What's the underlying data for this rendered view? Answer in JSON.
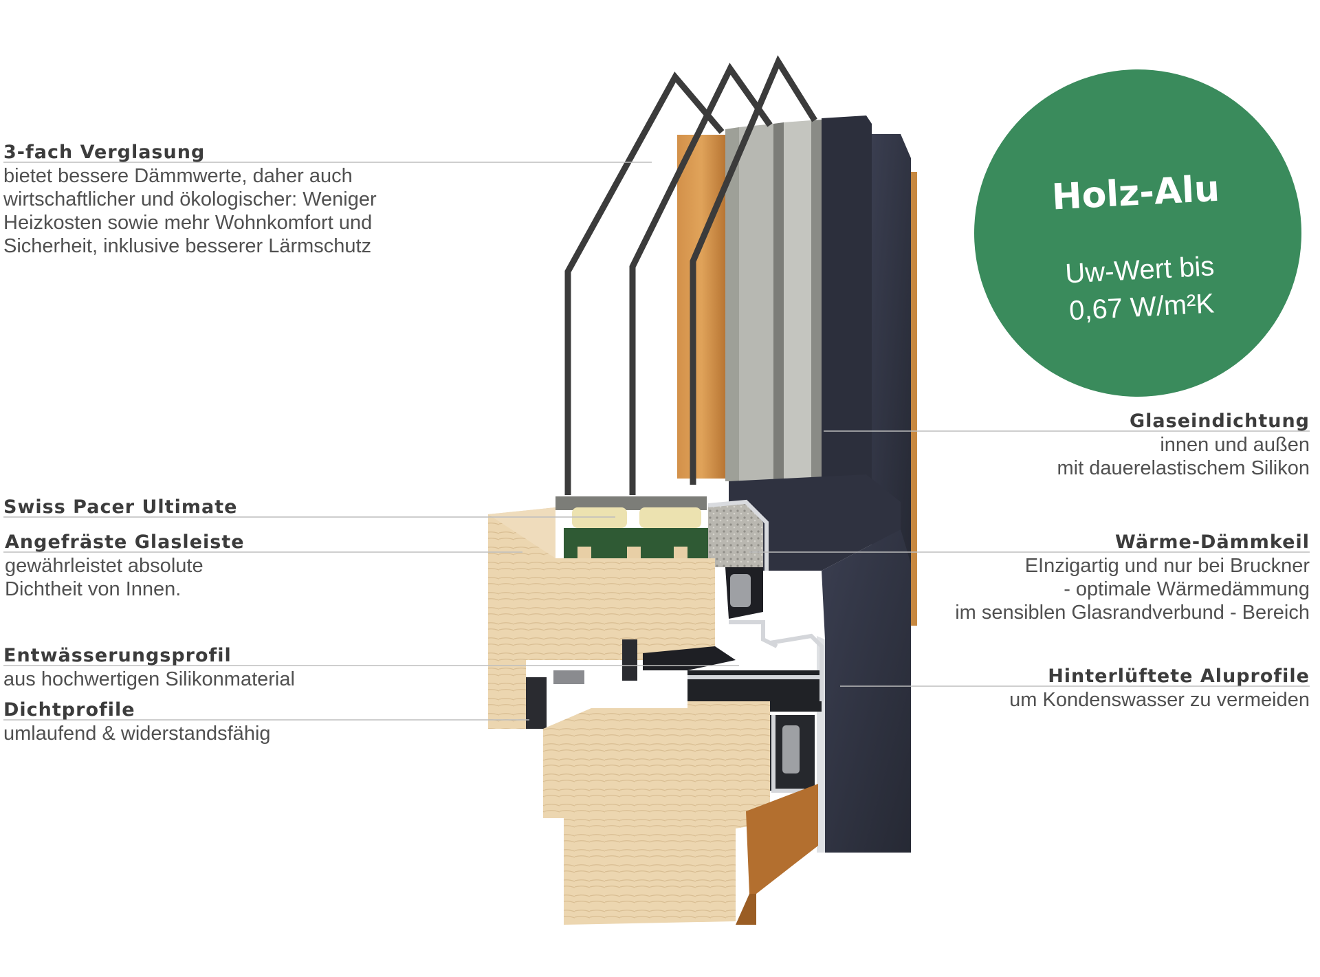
{
  "badge": {
    "title": "Holz-Alu",
    "line1": "Uw-Wert bis",
    "line2": "0,67 W/m²K",
    "color": "#3a8b5c"
  },
  "labels": {
    "verglasung": {
      "title": "3-fach Verglasung",
      "lines": [
        "bietet bessere Dämmwerte, daher auch",
        "wirtschaftlicher und ökologischer: Weniger",
        "Heizkosten sowie mehr Wohnkomfort und",
        "Sicherheit, inklusive besserer Lärmschutz"
      ]
    },
    "swiss_pacer": {
      "title": "Swiss Pacer Ultimate"
    },
    "glasleiste": {
      "title": "Angefräste Glasleiste",
      "lines": [
        "gewährleistet absolute",
        "Dichtheit von Innen."
      ]
    },
    "entwaesserung": {
      "title": "Entwässerungsprofil",
      "lines": [
        "aus hochwertigen Silikonmaterial"
      ]
    },
    "dichtprofile": {
      "title": "Dichtprofile",
      "lines": [
        "umlaufend & widerstandsfähig"
      ]
    },
    "glaseindichtung": {
      "title": "Glaseindichtung",
      "lines": [
        "innen und außen",
        "mit dauerelastischem Silikon"
      ]
    },
    "waermedaemmkeil": {
      "title": "Wärme-Dämmkeil",
      "lines": [
        "EInzigartig und nur bei Bruckner",
        "- optimale Wärmedämmung",
        "im sensiblen Glasrandverbund - Bereich"
      ]
    },
    "aluprofile": {
      "title": "Hinterlüftete Aluprofile",
      "lines": [
        "um Kondenswasser zu vermeiden"
      ]
    }
  },
  "colors": {
    "wood_light": "#e8cfa6",
    "wood_edge": "#c98a45",
    "alu_dark": "#2f3240",
    "green_spacer": "#2f5a34",
    "glass_grey": "#a9aaa5",
    "leader": "#b9b9b9"
  }
}
